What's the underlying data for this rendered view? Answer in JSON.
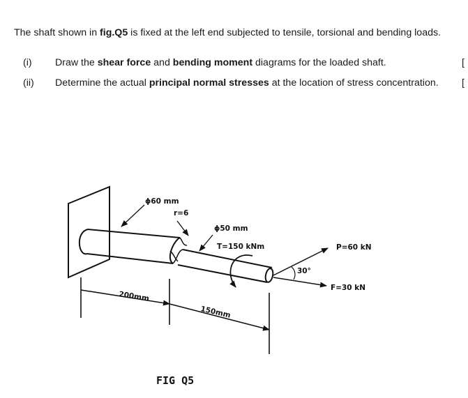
{
  "intro": {
    "t1": "The shaft shown in ",
    "fig": "fig.Q5",
    "t2": " is fixed at the left end subjected to tensile, torsional and bending loads."
  },
  "questions": [
    {
      "num": "(i)",
      "t1": "Draw the ",
      "b1": "shear force",
      "t2": " and ",
      "b2": "bending moment",
      "t3": " diagrams for the loaded shaft.",
      "mark": "["
    },
    {
      "num": "(ii)",
      "t1": "Determine the actual ",
      "b1": "principal normal stresses",
      "t2": " at the location of stress concentration.",
      "mark": "["
    }
  ],
  "figure": {
    "d60": "ϕ60 mm",
    "r6": "r=6",
    "d50": "ϕ50 mm",
    "torque": "T=150 kNm",
    "angle": "30°",
    "P": "P=60 kN",
    "F": "F=30 kN",
    "len1": "200mm",
    "len2": "150mm",
    "caption": "FIG Q5"
  }
}
